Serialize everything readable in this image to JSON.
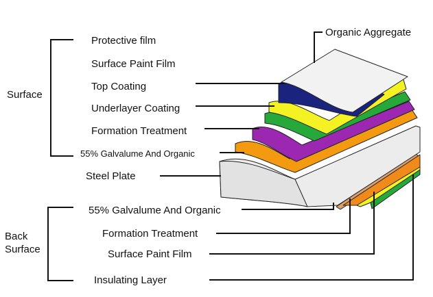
{
  "top_right_label": "Organic Aggregate",
  "groups": {
    "surface": "Surface",
    "back_surface_line1": "Back",
    "back_surface_line2": "Surface"
  },
  "surface_layers": [
    "Protective film",
    "Surface Paint Film",
    "Top Coating",
    "Underlayer Coating",
    "Formation Treatment",
    "55% Galvalume And Organic"
  ],
  "core_label": "Steel Plate",
  "back_layers": [
    "55% Galvalume And Organic",
    "Formation Treatment",
    "Surface Paint Film",
    "Insulating Layer"
  ],
  "colors": {
    "protective_film": "#f2f2f2",
    "surface_paint_film": "#1a237e",
    "top_coating": "#f5f224",
    "underlayer_coating": "#27a83a",
    "formation_treatment": "#9c27b0",
    "galvalume_organic": "#f39a10",
    "steel_plate": "#ececec",
    "back_galvalume": "#f08a1a",
    "back_formation": "#d9a06b",
    "back_paint": "#f5f224",
    "insulating_layer": "#27a83a",
    "line": "#111111"
  }
}
